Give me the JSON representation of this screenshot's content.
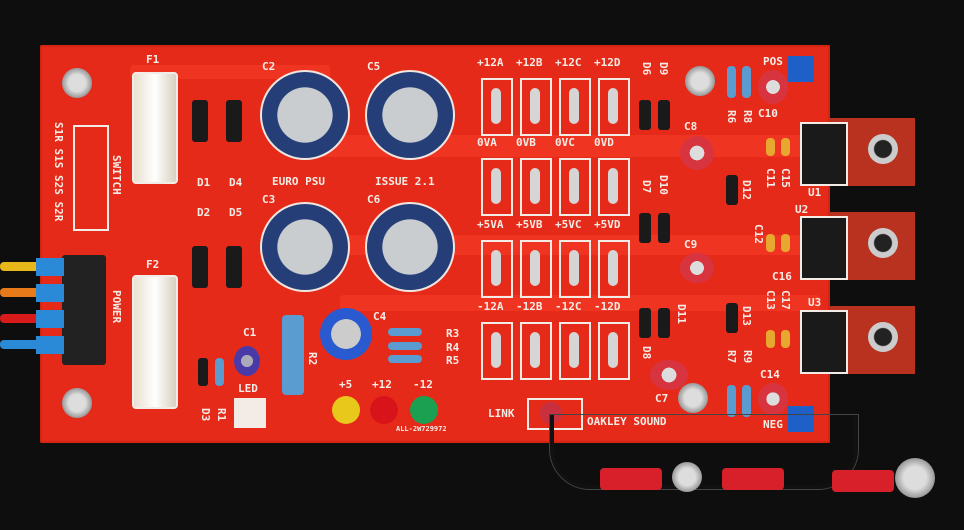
{
  "board": {
    "title": "EURO PSU",
    "issue": "ISSUE 2.1",
    "brand": "OAKLEY SOUND",
    "serial": "ALL-2W729972",
    "color": "#e62a1a"
  },
  "labels": {
    "fuses": [
      "F1",
      "F2"
    ],
    "diodes": [
      "D1",
      "D2",
      "D3",
      "D4",
      "D5",
      "D6",
      "D7",
      "D8",
      "D9",
      "D10",
      "D11",
      "D12",
      "D13"
    ],
    "caps": [
      "C1",
      "C2",
      "C3",
      "C4",
      "C5",
      "C6",
      "C7",
      "C8",
      "C9",
      "C10",
      "C11",
      "C12",
      "C13",
      "C14",
      "C15",
      "C16",
      "C17"
    ],
    "resistors": [
      "R1",
      "R2",
      "R3",
      "R4",
      "R5",
      "R6",
      "R7",
      "R8",
      "R9"
    ],
    "regulators": [
      "U1",
      "U2",
      "U3"
    ],
    "switch": "SWITCH",
    "switch_pins": "S1R S1S S2S S2R",
    "power": "POWER",
    "led": "LED",
    "link": "LINK",
    "pos": "POS",
    "neg": "NEG",
    "plus": "+",
    "led_labels": [
      "+5",
      "+12",
      "-12"
    ],
    "row_12": [
      "+12A",
      "+12B",
      "+12C",
      "+12D"
    ],
    "row_0": [
      "0VA",
      "0VB",
      "0VC",
      "0VD"
    ],
    "row_5": [
      "+5VA",
      "+5VB",
      "+5VC",
      "+5VD"
    ],
    "row_m12": [
      "-12A",
      "-12B",
      "-12C",
      "-12D"
    ]
  },
  "colors": {
    "led_yellow": "#e8c81a",
    "led_red": "#d8141a",
    "led_green": "#1aa050",
    "wire_blue": "#2a8ad8"
  }
}
